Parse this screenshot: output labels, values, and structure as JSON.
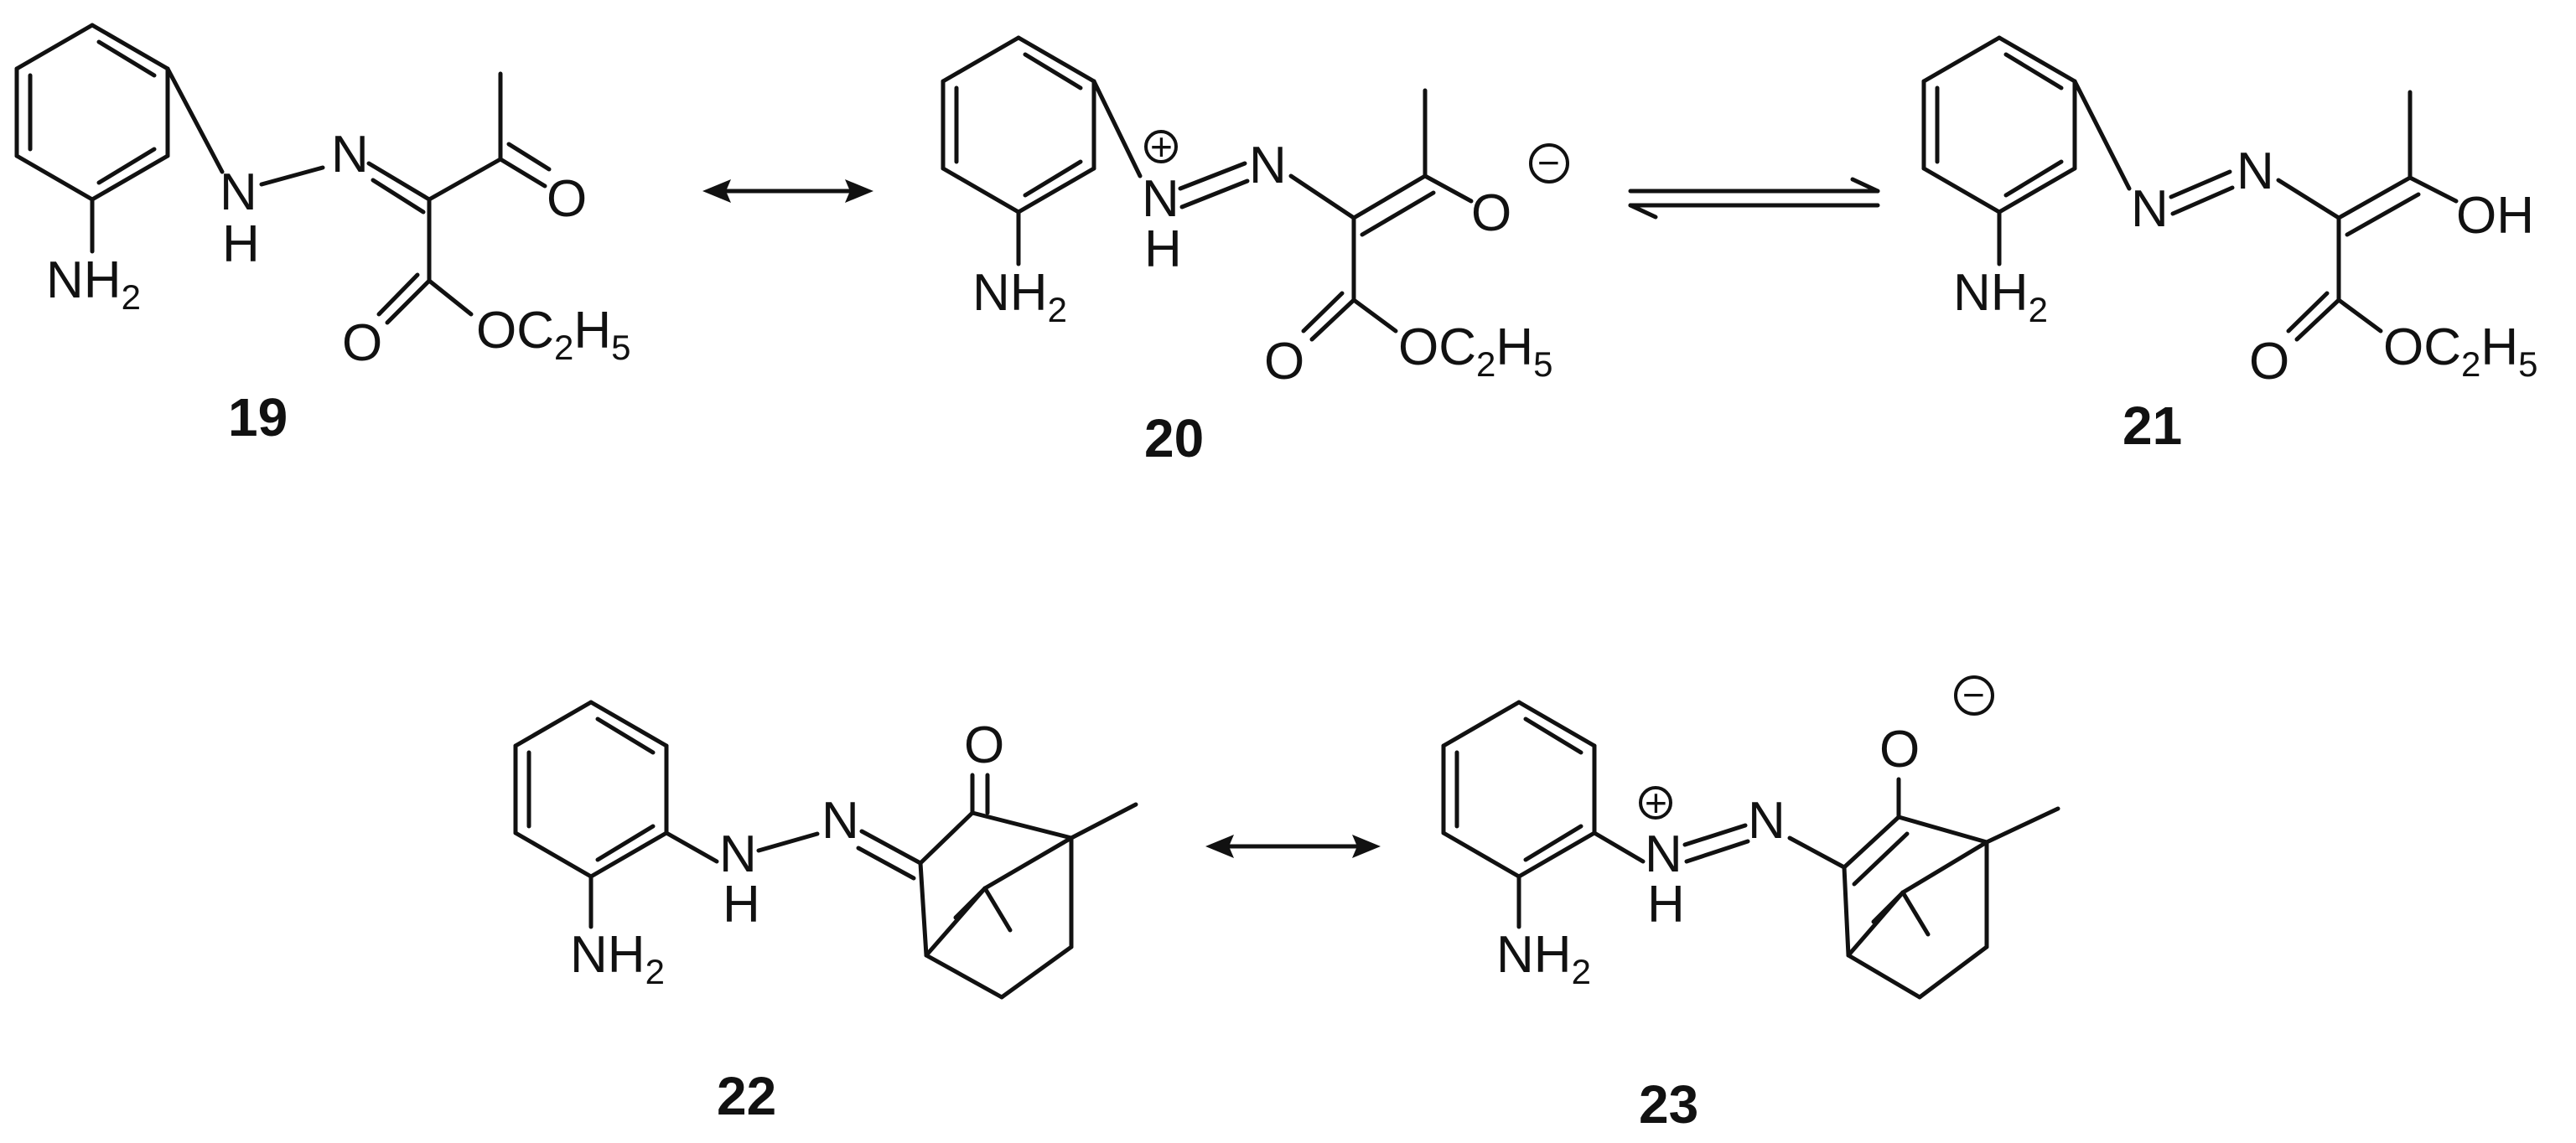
{
  "compounds": [
    {
      "label": "19"
    },
    {
      "label": "20"
    },
    {
      "label": "21"
    },
    {
      "label": "22"
    },
    {
      "label": "23"
    }
  ],
  "atoms": {
    "nh2": "NH",
    "h2_sub": "2",
    "n": "N",
    "h": "H",
    "o": "O",
    "oh": "OH",
    "oc": "OC",
    "c2_sub": "2",
    "h5_h": "H",
    "h5_sub": "5"
  },
  "charges": {
    "plus": "+",
    "minus": "−"
  },
  "arrows": [
    "resonance",
    "equilibrium",
    "resonance"
  ]
}
